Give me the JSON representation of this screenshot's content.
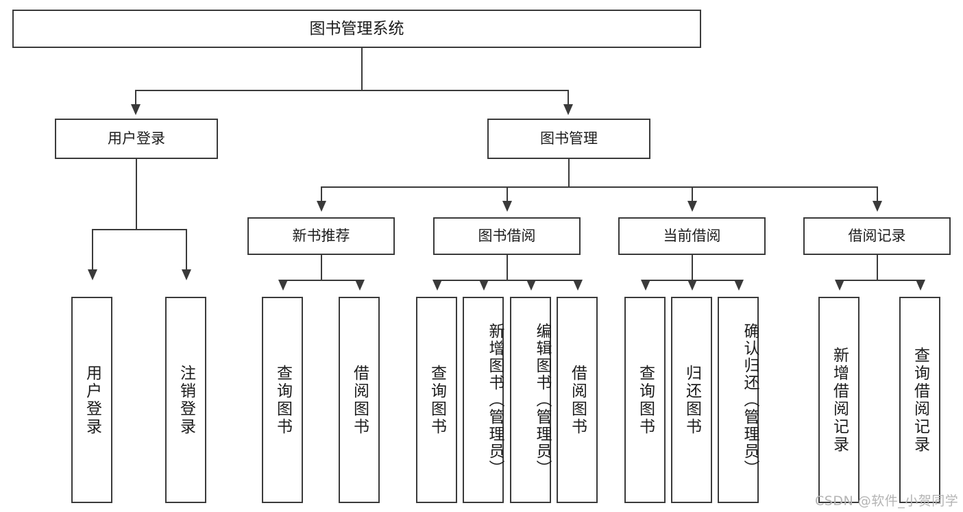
{
  "diagram": {
    "type": "tree-hierarchy",
    "title": "图书管理系统 功能结构图",
    "background_color": "#ffffff",
    "line_color": "#3a3a3a",
    "text_color": "#1c1c1c"
  },
  "root": {
    "label": "图书管理系统"
  },
  "level1": [
    {
      "label": "用户登录"
    },
    {
      "label": "图书管理"
    }
  ],
  "level2": [
    {
      "label": "新书推荐"
    },
    {
      "label": "图书借阅"
    },
    {
      "label": "当前借阅"
    },
    {
      "label": "借阅记录"
    }
  ],
  "leaves": {
    "user_login": [
      {
        "label": "用户登录"
      },
      {
        "label": "注销登录"
      }
    ],
    "new_book_recommend": [
      {
        "label": "查询图书"
      },
      {
        "label": "借阅图书"
      }
    ],
    "book_borrow": [
      {
        "label": "查询图书"
      },
      {
        "label": "新增图书（管理员）"
      },
      {
        "label": "编辑图书（管理员）"
      },
      {
        "label": "借阅图书"
      }
    ],
    "current_borrow": [
      {
        "label": "查询图书"
      },
      {
        "label": "归还图书"
      },
      {
        "label": "确认归还（管理员）"
      }
    ],
    "borrow_record": [
      {
        "label": "新增借阅记录"
      },
      {
        "label": "查询借阅记录"
      }
    ]
  },
  "watermark": {
    "text": "CSDN @软件_小贺同学",
    "color": "#b4b4b4"
  }
}
